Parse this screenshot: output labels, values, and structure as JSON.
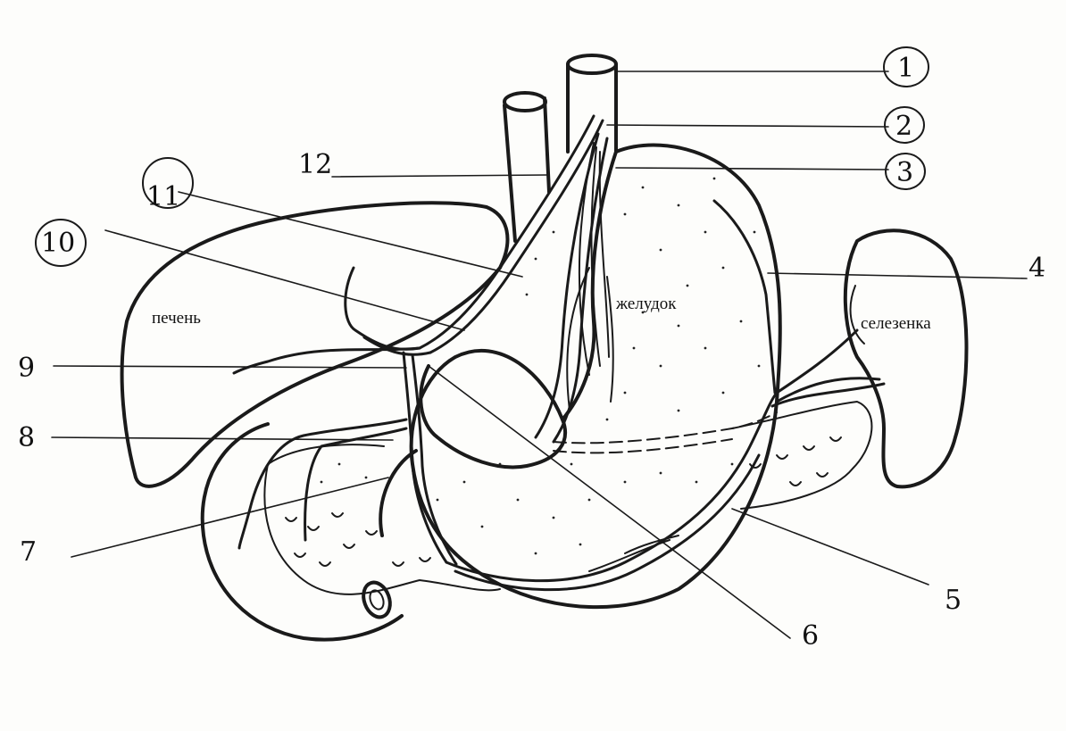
{
  "labels": {
    "n1": "1",
    "n2": "2",
    "n3": "3",
    "n4": "4",
    "n5": "5",
    "n6": "6",
    "n7": "7",
    "n8": "8",
    "n9": "9",
    "n10": "10",
    "n11": "11",
    "n12": "12"
  },
  "organs": {
    "liver": "печень",
    "stomach": "желудок",
    "spleen": "селезенка"
  }
}
